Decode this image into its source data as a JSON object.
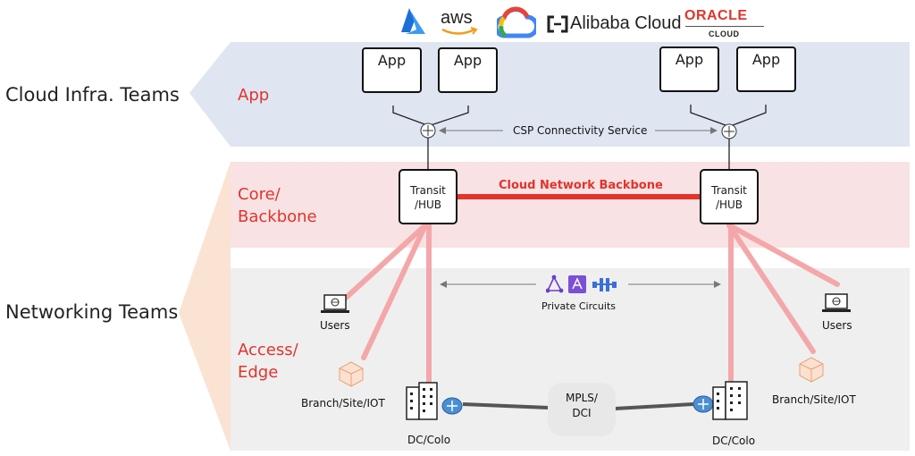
{
  "logos": {
    "azure": "azure-logo",
    "aws": "aws",
    "gcp": "google-cloud-logo",
    "alibaba": "Alibaba Cloud",
    "oracle_main": "ORACLE",
    "oracle_sub": "CLOUD"
  },
  "teams": {
    "cloud_infra": "Cloud Infra. Teams",
    "networking": "Networking Teams"
  },
  "layers": {
    "app": "App",
    "core_line1": "Core/",
    "core_line2": "Backbone",
    "access_line1": "Access/",
    "access_line2": "Edge"
  },
  "apps": {
    "left_a": "App",
    "left_b": "App",
    "right_a": "App",
    "right_b": "App"
  },
  "csp_service": "CSP Connectivity Service",
  "hubs": {
    "left_line1": "Transit",
    "left_line2": "/HUB",
    "right_line1": "Transit",
    "right_line2": "/HUB"
  },
  "backbone": "Cloud Network Backbone",
  "private_circuits": "Private Circuits",
  "users_left": "Users",
  "users_right": "Users",
  "branch_left": "Branch/Site/IOT",
  "branch_right": "Branch/Site/IOT",
  "mpls_line1": "MPLS/",
  "mpls_line2": "DCI",
  "dc_left": "DC/Colo",
  "dc_right": "DC/Colo",
  "colors": {
    "accent_red": "#e0342c",
    "link_pink": "#f4a7a9",
    "band_blue": "#dfe6f2",
    "band_pink": "#f9e2e3",
    "band_gray": "#efefef"
  }
}
